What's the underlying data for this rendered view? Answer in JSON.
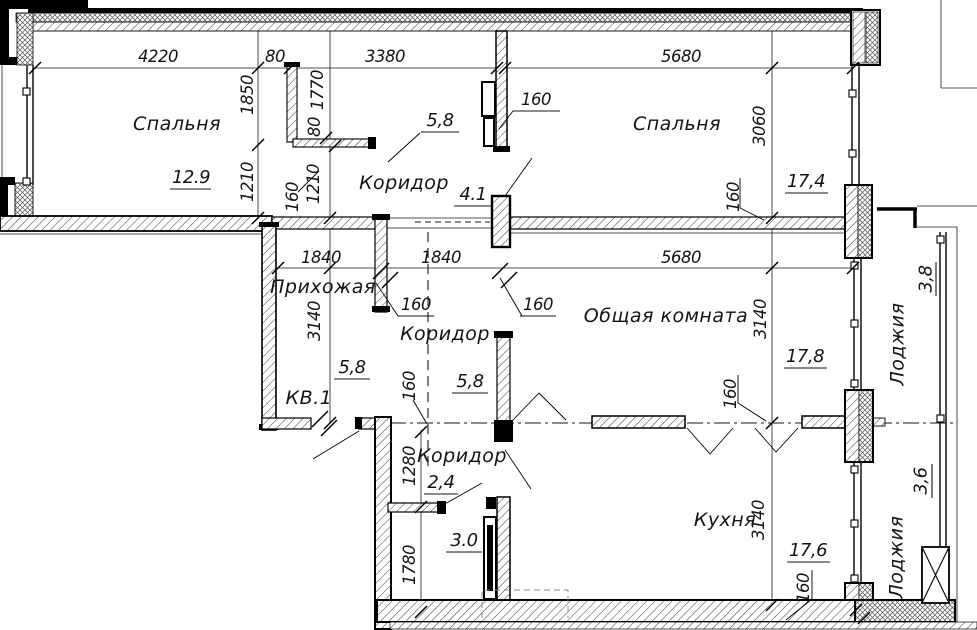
{
  "unit": {
    "label": "КВ.1"
  },
  "labels": {
    "room_bedroom_left": "Спальня",
    "room_bedroom_right": "Спальня",
    "room_corridor_top": "Коридор",
    "room_hallway": "Прихожая",
    "room_living": "Общая комната",
    "room_corridor_mid": "Коридор",
    "room_corridor_low": "Коридор",
    "room_kitchen": "Кухня",
    "room_loggia_top": "Лоджия",
    "room_loggia_bottom": "Лоджия"
  },
  "areas": {
    "bedroom_left": "12.9",
    "corridor_top": "5,8",
    "corridor_top2": "4.1",
    "bedroom_right": "17,4",
    "hallway": "5,8",
    "corridor_mid": "5,8",
    "living": "17,8",
    "corridor_low": "2,4",
    "bathroom": "3.0",
    "kitchen": "17,6",
    "loggia_top": "3,8",
    "loggia_bottom": "3,6"
  },
  "dims": {
    "d4220": "4220",
    "d80_top": "80",
    "d3380": "3380",
    "d5680_top": "5680",
    "d1850": "1850",
    "d1770": "1770",
    "d80_side": "80",
    "d1210_a": "1210",
    "d1210_b": "1210",
    "d160_bedroom1": "160",
    "d3060": "3060",
    "d160_bedroom2": "160",
    "d160_door_top": "160",
    "d1840_a": "1840",
    "d1840_b": "1840",
    "d5680_mid": "5680",
    "d3140_hall": "3140",
    "d160_hall_door": "160",
    "d160_corr_door": "160",
    "d3140_living": "3140",
    "d160_living": "160",
    "d160_kv1": "160",
    "d1280": "1280",
    "d1780": "1780",
    "d3140_kitchen": "3140",
    "d160_kitchen": "160"
  }
}
